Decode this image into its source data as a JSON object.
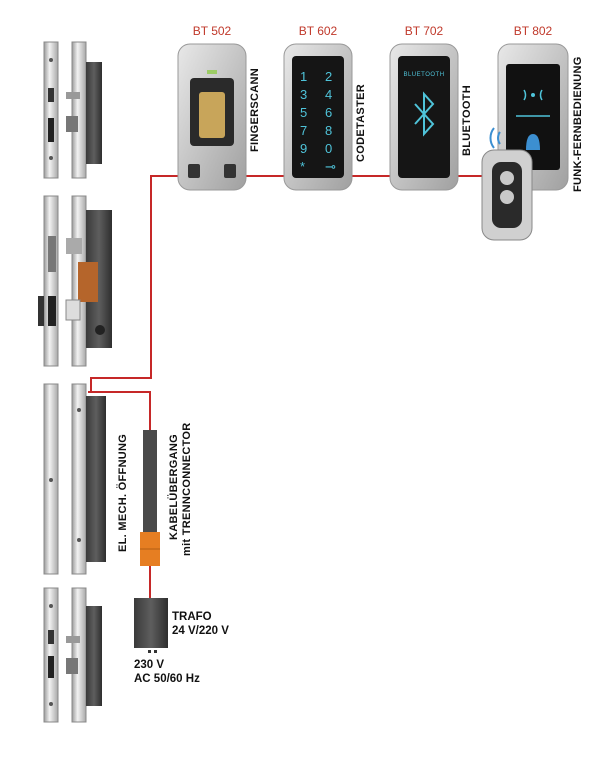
{
  "devices": [
    {
      "model": "BT 502",
      "label": "FINGERSCANN"
    },
    {
      "model": "BT 602",
      "label": "CODETASTER"
    },
    {
      "model": "BT 702",
      "label": "BLUETOOTH"
    },
    {
      "model": "BT 802",
      "label": "FUNK-FERNBEDIENUNG"
    }
  ],
  "keypad": {
    "col1": [
      "1",
      "3",
      "5",
      "7",
      "9",
      "*"
    ],
    "col2": [
      "2",
      "4",
      "6",
      "8",
      "0",
      "⊸"
    ]
  },
  "bluetooth_screen_text": "BLUETOOTH",
  "lock_label": "EL. MECH. ÖFFNUNG",
  "cable_label_line1": "KABELÜBERGANG",
  "cable_label_line2": "mit TRENNCONNECTOR",
  "trafo": {
    "line1": "TRAFO",
    "line2": "24 V/220 V"
  },
  "power": {
    "line1": "230 V",
    "line2": "AC 50/60 Hz"
  },
  "colors": {
    "wire": "#c62828",
    "model_text": "#c0392b",
    "connector": "#e67e22",
    "screen_glow": "#4fc3d9"
  }
}
